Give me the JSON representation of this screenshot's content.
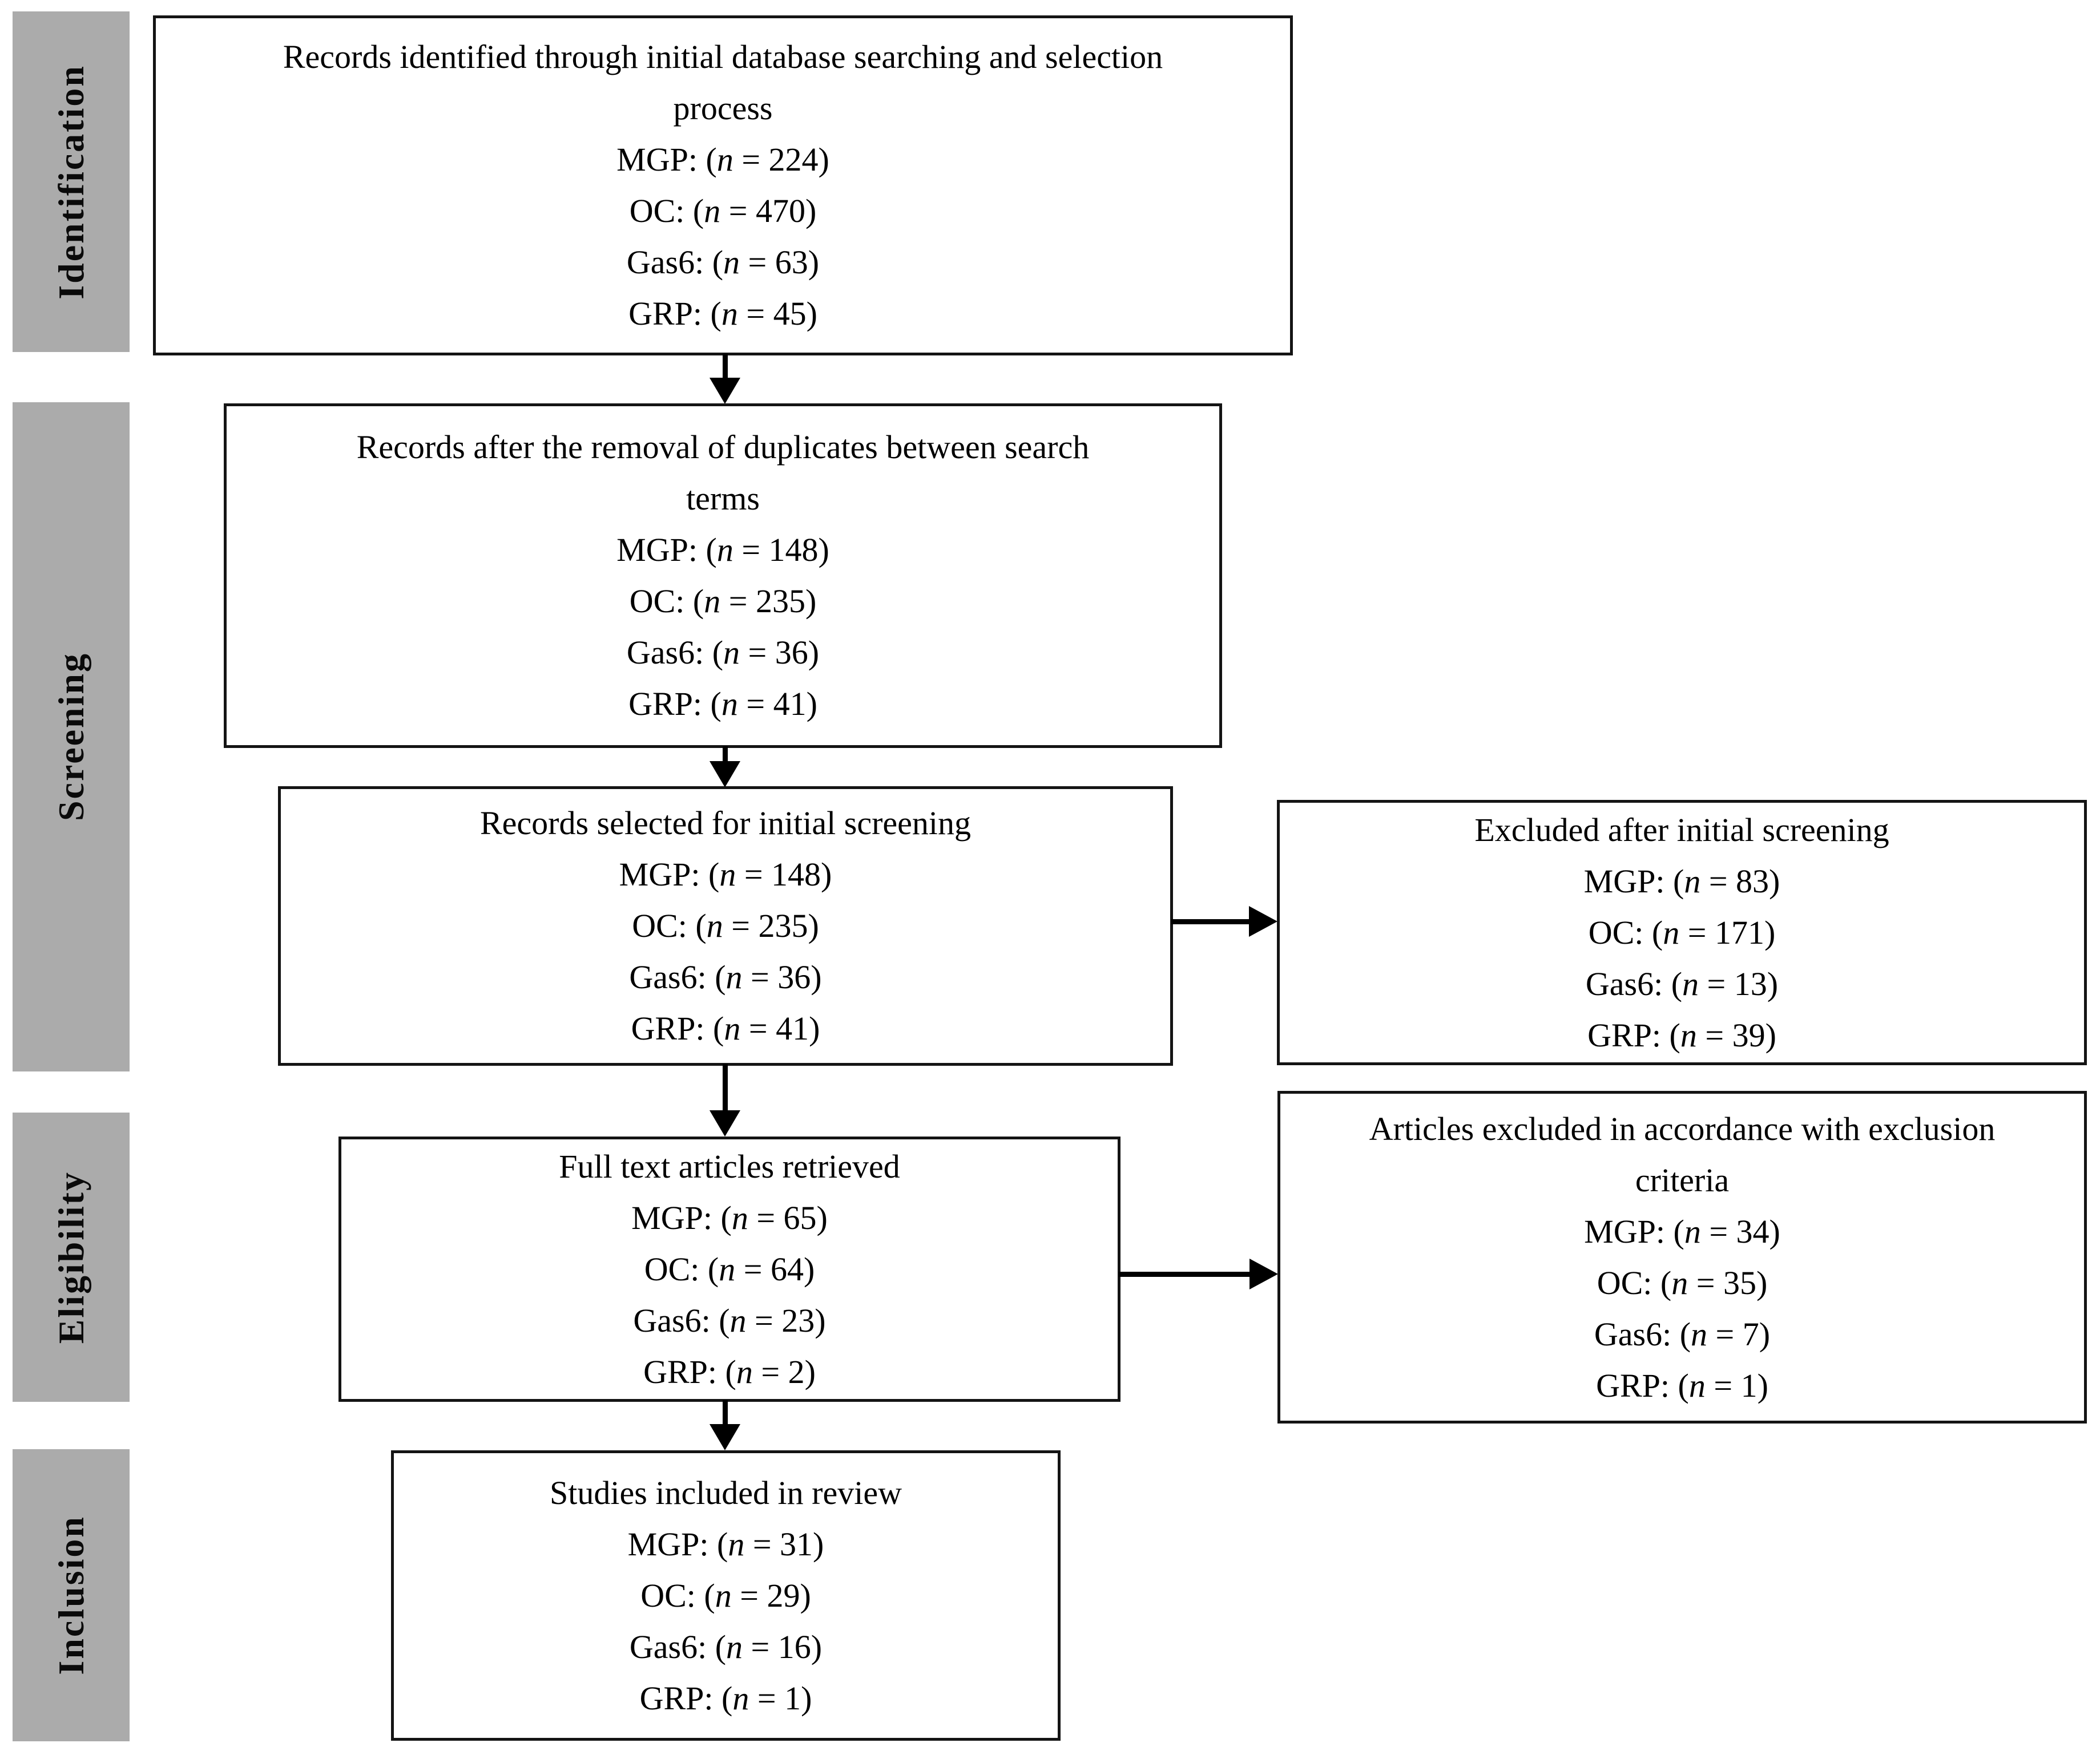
{
  "sidebar": {
    "stages": [
      {
        "label": "Identification"
      },
      {
        "label": "Screening"
      },
      {
        "label": "Eligibility"
      },
      {
        "label": "Inclusion"
      }
    ]
  },
  "boxes": {
    "identified": {
      "title": "Records identified through initial database searching and selection process",
      "counts": [
        {
          "label": "MGP",
          "n": "224"
        },
        {
          "label": "OC",
          "n": "470"
        },
        {
          "label": "Gas6",
          "n": "63"
        },
        {
          "label": "GRP",
          "n": "45"
        }
      ]
    },
    "deduplicated": {
      "title": "Records after the removal of duplicates between search terms",
      "counts": [
        {
          "label": "MGP",
          "n": "148"
        },
        {
          "label": "OC",
          "n": "235"
        },
        {
          "label": "Gas6",
          "n": "36"
        },
        {
          "label": "GRP",
          "n": "41"
        }
      ]
    },
    "screened": {
      "title": "Records selected for initial screening",
      "counts": [
        {
          "label": "MGP",
          "n": "148"
        },
        {
          "label": "OC",
          "n": "235"
        },
        {
          "label": "Gas6",
          "n": "36"
        },
        {
          "label": "GRP",
          "n": "41"
        }
      ]
    },
    "excluded_screening": {
      "title": "Excluded after initial screening",
      "counts": [
        {
          "label": "MGP",
          "n": "83"
        },
        {
          "label": "OC",
          "n": "171"
        },
        {
          "label": "Gas6",
          "n": "13"
        },
        {
          "label": "GRP",
          "n": "39"
        }
      ]
    },
    "fulltext": {
      "title": "Full text articles retrieved",
      "counts": [
        {
          "label": "MGP",
          "n": "65"
        },
        {
          "label": "OC",
          "n": "64"
        },
        {
          "label": "Gas6",
          "n": "23"
        },
        {
          "label": "GRP",
          "n": "2"
        }
      ]
    },
    "excluded_criteria": {
      "title": "Articles excluded in accordance with exclusion criteria",
      "counts": [
        {
          "label": "MGP",
          "n": "34"
        },
        {
          "label": "OC",
          "n": "35"
        },
        {
          "label": "Gas6",
          "n": "7"
        },
        {
          "label": "GRP",
          "n": "1"
        }
      ]
    },
    "included": {
      "title": "Studies included in review",
      "counts": [
        {
          "label": "MGP",
          "n": "31"
        },
        {
          "label": "OC",
          "n": "29"
        },
        {
          "label": "Gas6",
          "n": "16"
        },
        {
          "label": "GRP",
          "n": "1"
        }
      ]
    }
  },
  "count_format": {
    "open": ": (",
    "var": "n",
    "equals": " = ",
    "close": ")"
  },
  "colors": {
    "stage_background": "#ababab",
    "box_border": "#141414",
    "arrow": "#000000",
    "text": "#000000",
    "page_background": "#ffffff"
  }
}
